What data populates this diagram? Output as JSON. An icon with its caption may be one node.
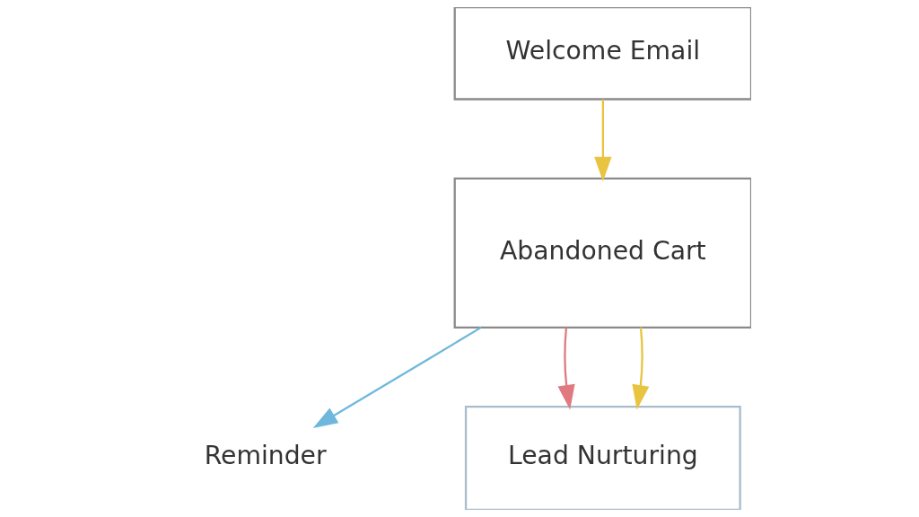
{
  "diagram": {
    "nodes": [
      {
        "text": [
          "Welcome Email"
        ]
      },
      {
        "text": [
          "Abandoned Cart"
        ]
      },
      {
        "text": [
          "Reminder"
        ]
      },
      {
        "text": [
          "Lead Nurturing"
        ]
      }
    ],
    "edges": [
      {
        "from": 0,
        "to": 1,
        "arrow": "to",
        "color": "#e8c440"
      },
      {
        "from": 1,
        "to": 2,
        "arrow": "to",
        "color": "#6fb8dc"
      },
      {
        "from": 1,
        "to": 3,
        "arrow": "to",
        "color": "#e07a80"
      },
      {
        "from": 1,
        "to": 3,
        "arrow": "to",
        "color": "#e8c440"
      }
    ]
  }
}
